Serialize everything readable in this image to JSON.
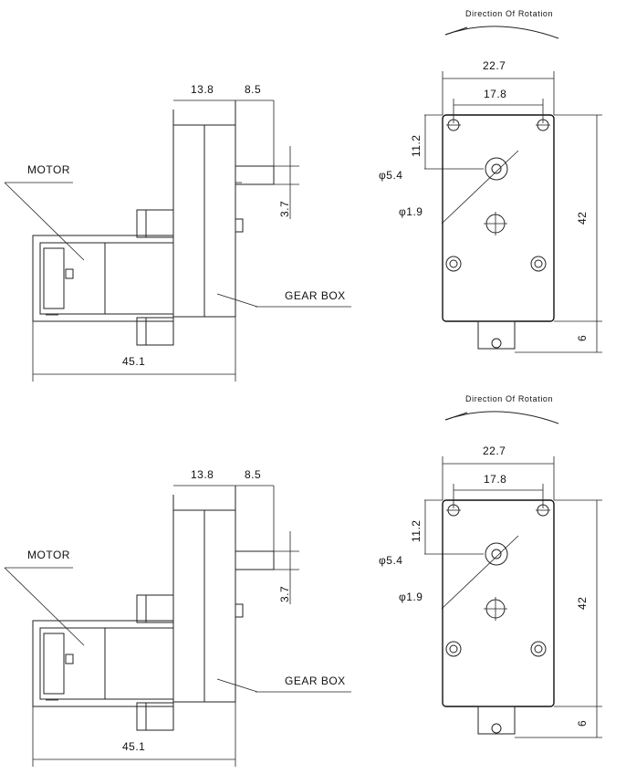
{
  "drawings": [
    {
      "side_view": {
        "dim_shaft_housing": "13.8",
        "dim_shaft_length": "8.5",
        "dim_shaft_dia": "3.7",
        "dim_total_length": "45.1",
        "label_motor": "MOTOR",
        "label_gearbox": "GEAR BOX"
      },
      "front_view": {
        "rotation_label": "Direction Of Rotation",
        "dim_width": "22.7",
        "dim_hole_spacing": "17.8",
        "dim_hole_offset": "11.2",
        "dim_height": "42",
        "dim_tab": "6",
        "dim_shaft_outer": "φ5.4",
        "dim_shaft_inner": "φ1.9"
      }
    },
    {
      "side_view": {
        "dim_shaft_housing": "13.8",
        "dim_shaft_length": "8.5",
        "dim_shaft_dia": "3.7",
        "dim_total_length": "45.1",
        "label_motor": "MOTOR",
        "label_gearbox": "GEAR BOX"
      },
      "front_view": {
        "rotation_label": "Direction Of Rotation",
        "dim_width": "22.7",
        "dim_hole_spacing": "17.8",
        "dim_hole_offset": "11.2",
        "dim_height": "42",
        "dim_tab": "6",
        "dim_shaft_outer": "φ5.4",
        "dim_shaft_inner": "φ1.9"
      }
    }
  ]
}
